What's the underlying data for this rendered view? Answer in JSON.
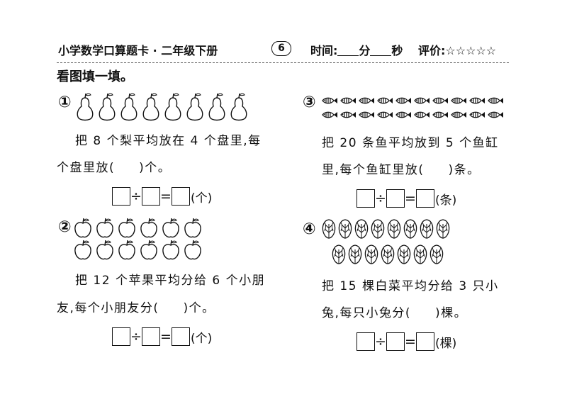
{
  "header": {
    "title": "小学数学口算题卡 · 二年级下册",
    "page_number": "6",
    "time_label": "时间:",
    "minute_unit": "分",
    "second_unit": "秒",
    "rating_label": "评价:",
    "rating_stars": "☆☆☆☆☆"
  },
  "instruction": "看图填一填。",
  "problems": [
    {
      "number": "①",
      "icon": "pear-icon",
      "text_line1": "把 8 个梨平均放在 4 个盘里,每",
      "text_line2_before": "个盘里放(",
      "text_line2_after": ")个。",
      "equation": {
        "division": "÷",
        "equals": "=",
        "unit": "(个)"
      }
    },
    {
      "number": "②",
      "icon": "apple-icon",
      "text_line1": "把 12 个苹果平均分给 6 个小朋",
      "text_line2_before": "友,每个小朋友分(",
      "text_line2_after": ")个。",
      "equation": {
        "division": "÷",
        "equals": "=",
        "unit": "(个)"
      }
    },
    {
      "number": "③",
      "icon": "fish-icon",
      "text_line1": "把 20 条鱼平均放到 5 个鱼缸",
      "text_line2_before": "里,每个鱼缸里放(",
      "text_line2_after": ")条。",
      "equation": {
        "division": "÷",
        "equals": "=",
        "unit": "(条)"
      }
    },
    {
      "number": "④",
      "icon": "cabbage-icon",
      "text_line1": "把 15 棵白菜平均分给 3 只小",
      "text_line2_before": "兔,每只小兔分(",
      "text_line2_after": ")棵。",
      "equation": {
        "division": "÷",
        "equals": "=",
        "unit": "(棵)"
      }
    }
  ]
}
